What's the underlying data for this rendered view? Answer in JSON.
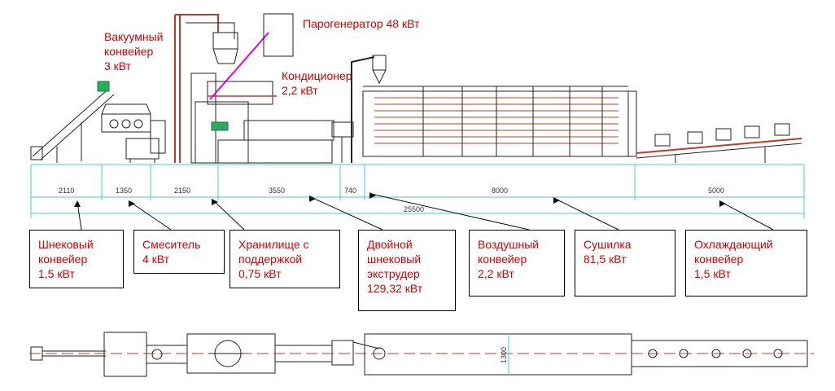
{
  "top_labels": {
    "steam_generator": "Парогенератор 48 кВт",
    "vacuum_conveyor": [
      "Вакуумный",
      "конвейер",
      "3 кВт"
    ],
    "conditioner": [
      "Кондиционер",
      "2,2 кВт"
    ]
  },
  "dimensions": {
    "segments": [
      "2110",
      "1350",
      "2150",
      "3550",
      "740",
      "8000",
      "5000"
    ],
    "total": "25500",
    "width_plan": "1300"
  },
  "boxes": [
    {
      "lines": [
        "Шнековый",
        "конвейер",
        "1,5 кВт"
      ]
    },
    {
      "lines": [
        "Смеситель",
        "4 кВт"
      ]
    },
    {
      "lines": [
        "Хранилище с",
        "поддержкой",
        "0,75 кВт"
      ]
    },
    {
      "lines": [
        "Двойной",
        "шнековый",
        "экструдер",
        "129,32 кВт"
      ]
    },
    {
      "lines": [
        "Воздушный",
        "конвейер",
        "2,2 кВт"
      ]
    },
    {
      "lines": [
        "Сушилка",
        "81,5 кВт"
      ]
    },
    {
      "lines": [
        "Охлаждающий",
        "конвейер",
        "1,5 кВт"
      ]
    }
  ],
  "colors": {
    "label": "#d40000",
    "line": "#222222",
    "dim": "#3bd3d3",
    "conveyor": "#c0392b",
    "green": "#27ae60",
    "magenta": "#e000e0"
  }
}
